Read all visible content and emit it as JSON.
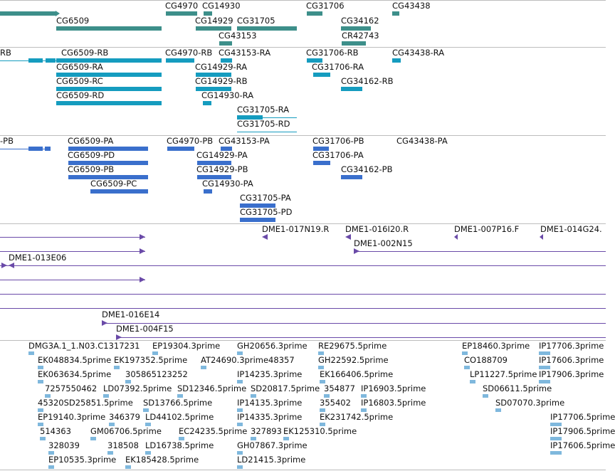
{
  "tracks": {
    "genes": {
      "color": "#3d8f8a",
      "labels": [
        "CG6509",
        "CG4970",
        "CG14930",
        "CG14929",
        "CG31705",
        "CG43153",
        "CG31706",
        "CG34162",
        "CR42743",
        "CG43438"
      ]
    },
    "transcripts_a": {
      "color": "#159cbf",
      "labels": [
        "RB",
        "CG6509-RB",
        "CG6509-RA",
        "CG6509-RC",
        "CG6509-RD",
        "CG4970-RB",
        "CG43153-RA",
        "CG14929-RA",
        "CG14929-RB",
        "CG14930-RA",
        "CG31705-RA",
        "CG31705-RD",
        "CG31706-RB",
        "CG31706-RA",
        "CG34162-RB",
        "CG43438-RA"
      ]
    },
    "transcripts_b": {
      "color": "#3a6fcc",
      "labels": [
        "-PB",
        "CG6509-PA",
        "CG6509-PD",
        "CG6509-PB",
        "CG6509-PC",
        "CG4970-PB",
        "CG43153-PA",
        "CG14929-PA",
        "CG14929-PB",
        "CG14930-PA",
        "CG31705-PA",
        "CG31705-PD",
        "CG31706-PB",
        "CG31706-PA",
        "CG34162-PB",
        "CG43438-PA"
      ]
    },
    "clones": {
      "color": "#6a4aa8",
      "labels": [
        "DME1-017N19.R",
        "DME1-016I20.R",
        "DME1-007P16.F",
        "DME1-014G24.",
        "DME1-002N15",
        "DME1-013E06",
        "DME1-016E14",
        "DME1-004F15"
      ]
    },
    "ests": {
      "color": "#7fb8dd",
      "labels": [
        "DMG3A.1_1.N03.C1317231",
        "EP19304.3prime",
        "GH20656.3prime",
        "RE29675.5prime",
        "EP18460.3prime",
        "IP17706.3prime",
        "EK048834.5prime",
        "EK197352.5prime",
        "AT24690.3prime48357",
        "GH22592.5prime",
        "CO188709",
        "IP17606.3prime",
        "EK063634.5prime",
        "305865123252",
        "IP14235.3prime",
        "EK166406.5prime",
        "LP11227.5prime",
        "IP17906.3prime",
        "7257550462",
        "LD07392.5prime",
        "SD12346.5prime",
        "SD20817.5prime",
        "354877",
        "IP16903.5prime",
        "SD06611.5prime",
        "45320SD25851.5prime",
        "SD13766.5prime",
        "IP14135.3prime",
        "355402",
        "IP16803.5prime",
        "SD07070.3prime",
        "EP19140.3prime",
        "346379",
        "LD44102.5prime",
        "IP14335.3prime",
        "EK231742.5prime",
        "IP17706.5prime",
        "514363",
        "GM06706.5prime",
        "EC24235.5prime",
        "327893",
        "EK125310.5prime",
        "IP17906.5prime",
        "328039",
        "318508",
        "LD16738.5prime",
        "GH07867.3prime",
        "IP17606.5prime",
        "EP10535.3prime",
        "EK185428.5prime",
        "LD21415.3prime"
      ]
    }
  }
}
